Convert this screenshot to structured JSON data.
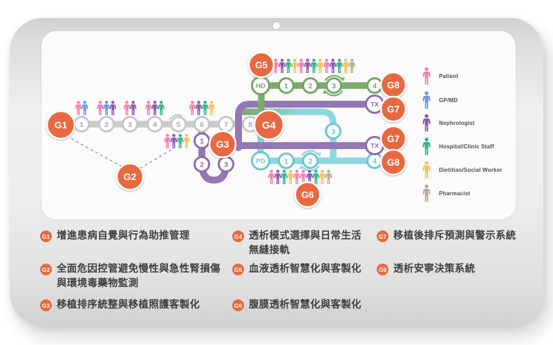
{
  "colors": {
    "orange": "#e7693f",
    "gray_line": "#cbcbcb",
    "gray_station_border": "#c7c7c7",
    "gray_station_text": "#a9a9a9",
    "purple_line": "#9478b6",
    "purple_station": "#8d6cab",
    "green_line": "#7cab6d",
    "green_station": "#74a565",
    "cyan_line": "#8ed7de",
    "cyan_station": "#6cc5cf",
    "dashed": "#ab90cf",
    "text_dark": "#3e3e3e"
  },
  "roles": [
    {
      "key": "patient",
      "label": "Patient",
      "color": "#f27dae"
    },
    {
      "key": "gp",
      "label": "GP/MD",
      "color": "#6c92e5"
    },
    {
      "key": "neph",
      "label": "Nephrologist",
      "color": "#8a56b0"
    },
    {
      "key": "staff",
      "label": "Hospital/Clinic Staff",
      "color": "#2fb384"
    },
    {
      "key": "diet",
      "label": "Dietitian/Social Worker",
      "color": "#f5c05e"
    },
    {
      "key": "pharm",
      "label": "Pharmacist",
      "color": "#b3aa9c"
    }
  ],
  "map": {
    "g_labels": {
      "g1": "G1",
      "g2": "G2",
      "g3": "G3",
      "g4": "G4",
      "g5": "G5",
      "g6": "G6",
      "g7": "G7",
      "g8": "G8"
    },
    "main_line_stations": [
      "1",
      "2",
      "3",
      "4",
      "5",
      "6",
      "7",
      "8"
    ],
    "loop_stations": [
      "1",
      "2",
      "3"
    ],
    "hd_head": "HD",
    "hd_stations": [
      "1",
      "2",
      "3",
      "4"
    ],
    "pd_head": "PD",
    "pd_stations": [
      "1",
      "2",
      "4"
    ],
    "pd_branch_station": "3",
    "tx_label": "TX",
    "people_groups": [
      {
        "at": "main-1",
        "members": [
          "patient",
          "gp"
        ]
      },
      {
        "at": "main-2",
        "members": [
          "patient",
          "gp",
          "neph"
        ]
      },
      {
        "at": "main-3",
        "members": [
          "patient",
          "neph"
        ]
      },
      {
        "at": "main-4",
        "members": [
          "patient",
          "neph",
          "staff"
        ]
      },
      {
        "at": "main-6",
        "members": [
          "patient",
          "neph",
          "staff",
          "diet"
        ]
      },
      {
        "at": "branch-g2",
        "members": [
          "patient",
          "neph",
          "staff",
          "diet"
        ]
      },
      {
        "at": "hd-row",
        "members": [
          "patient",
          "neph",
          "staff",
          "diet",
          "patient",
          "neph",
          "staff",
          "diet",
          "patient",
          "neph",
          "staff",
          "diet",
          "pharm"
        ]
      },
      {
        "at": "pd-row",
        "members": [
          "patient",
          "neph",
          "staff",
          "diet",
          "patient",
          "patient",
          "neph",
          "staff",
          "diet",
          "pharm"
        ]
      }
    ]
  },
  "descriptions": [
    {
      "id": "G1",
      "text": "增進患病自覺與行為助推管理"
    },
    {
      "id": "G2",
      "text": "全面危因控管避免慢性與急性腎損傷與環境毒藥物監測"
    },
    {
      "id": "G3",
      "text": "移植排序統整與移植照護客製化"
    },
    {
      "id": "G4",
      "text": "透析模式選擇與日常生活無縫接軌"
    },
    {
      "id": "G5",
      "text": "血液透析智慧化與客製化"
    },
    {
      "id": "G6",
      "text": "腹膜透析智慧化與客製化"
    },
    {
      "id": "G7",
      "text": "移植後排斥預測與警示系統"
    },
    {
      "id": "G8",
      "text": "透析安寧決策系統"
    }
  ]
}
